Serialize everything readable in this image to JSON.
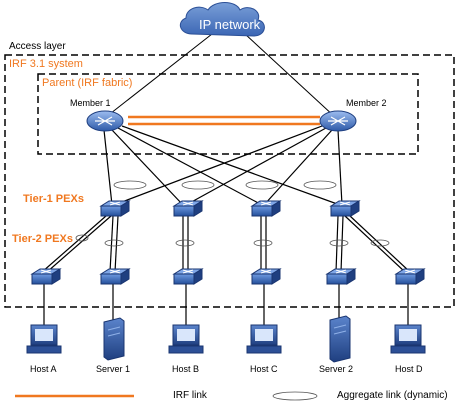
{
  "cloud": {
    "label": "IP network"
  },
  "regions": {
    "access_layer": "Access layer",
    "irf_system": "IRF 3.1 system",
    "parent": "Parent (IRF fabric)"
  },
  "members": [
    "Member 1",
    "Member 2"
  ],
  "tiers": {
    "tier1": "Tier-1 PEXs",
    "tier2": "Tier-2 PEXs"
  },
  "hosts": [
    "Host A",
    "Server 1",
    "Host B",
    "Host C",
    "Server 2",
    "Host D"
  ],
  "legend": {
    "irf_link": "IRF link",
    "aggregate_link": "Aggregate link (dynamic)"
  },
  "colors": {
    "irf": "#f07820",
    "device": "#2f5fa8",
    "cloud": "#3f6fbf",
    "line": "#000000"
  }
}
